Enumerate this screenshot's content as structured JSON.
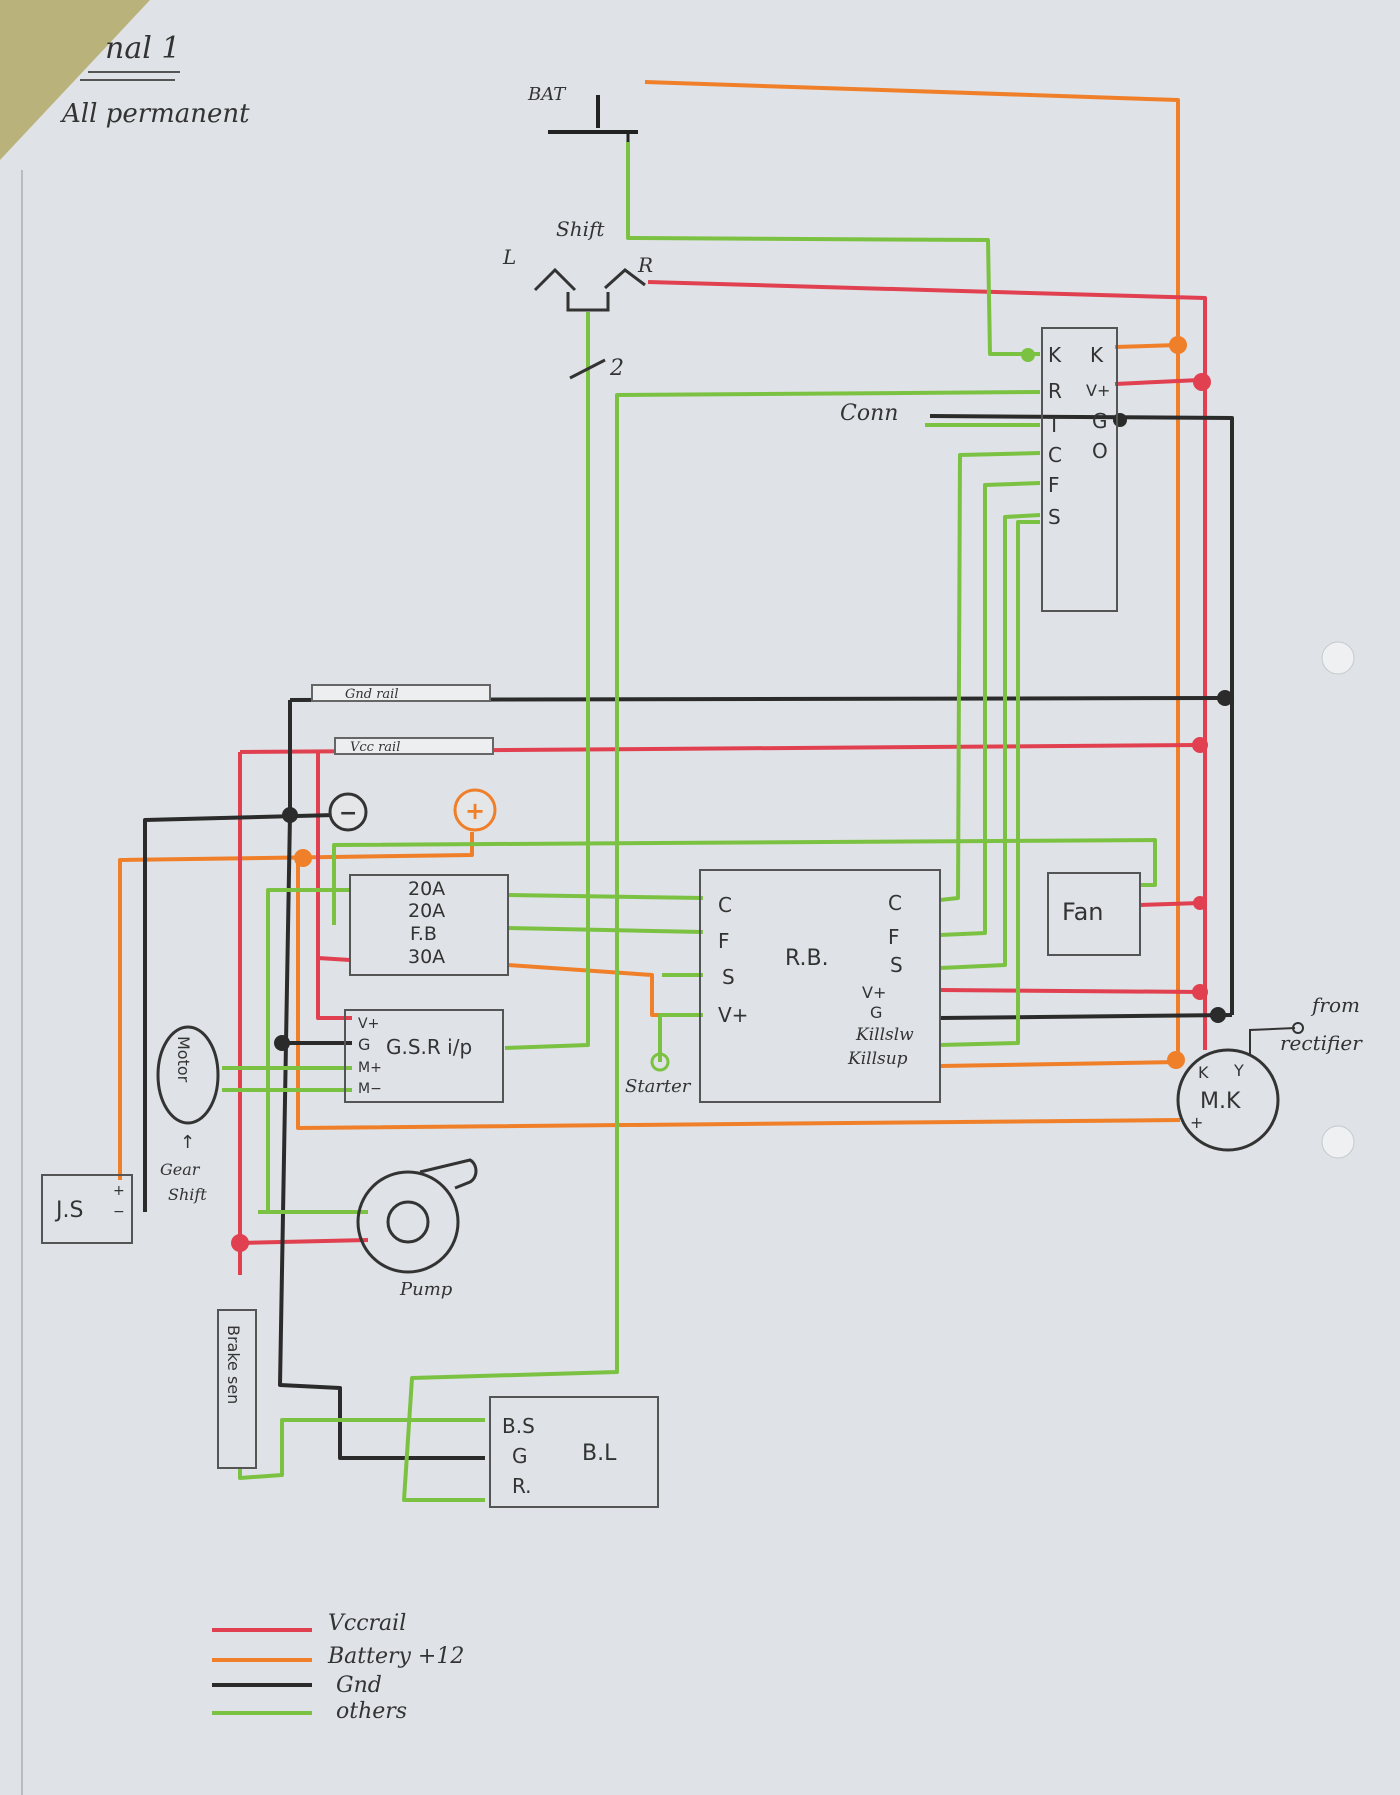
{
  "header": {
    "title": "nal 1",
    "subtitle": "All permanent"
  },
  "colors": {
    "vcc": "#e0404f",
    "battery": "#f07f2a",
    "gnd": "#2b2b2b",
    "others": "#7cc242",
    "box": "#555555"
  },
  "labels": {
    "bat": "BAT",
    "shift": "Shift",
    "shift_l": "L",
    "shift_r": "R",
    "shift_2": "2",
    "conn": "Conn",
    "gnd_rail": "Gnd rail",
    "vcc_rail": "Vcc rail",
    "minus": "−",
    "plus": "+",
    "starter": "Starter",
    "fan": "Fan",
    "from_rectifier_1": "from",
    "from_rectifier_2": "rectifier",
    "motor": "Motor",
    "gear_shift_1": "Gear",
    "gear_shift_2": "Shift",
    "pump": "Pump",
    "brake_sen": "Brake sen",
    "bl": "B.L"
  },
  "connector": {
    "left_pins": [
      "K",
      "R",
      "T",
      "C",
      "F",
      "S"
    ],
    "right_pins": [
      "K",
      "V+",
      "G",
      "O"
    ]
  },
  "fuse_box": {
    "lines": [
      "20A",
      "20A",
      "F.B",
      "30A"
    ]
  },
  "rb": {
    "name": "R.B.",
    "left_pins": [
      "C",
      "F",
      "S",
      "V+"
    ],
    "right_pins": [
      "C",
      "F",
      "S",
      "V+",
      "G",
      "Killslw",
      "Killsup"
    ]
  },
  "gsr": {
    "name": "G.S.R i/p",
    "pins": [
      "V+",
      "G",
      "M+",
      "M−"
    ]
  },
  "js": {
    "name": "J.S",
    "plus": "+",
    "minus": "−"
  },
  "mk": {
    "name": "M.K",
    "k": "K",
    "y": "Y",
    "plus": "+"
  },
  "bs": {
    "lines": [
      "B.S",
      "G",
      "R."
    ]
  },
  "legend": [
    {
      "label": "Vccrail",
      "color": "#e0404f"
    },
    {
      "label": "Battery +12",
      "color": "#f07f2a"
    },
    {
      "label": "Gnd",
      "color": "#2b2b2b"
    },
    {
      "label": "others",
      "color": "#7cc242"
    }
  ]
}
